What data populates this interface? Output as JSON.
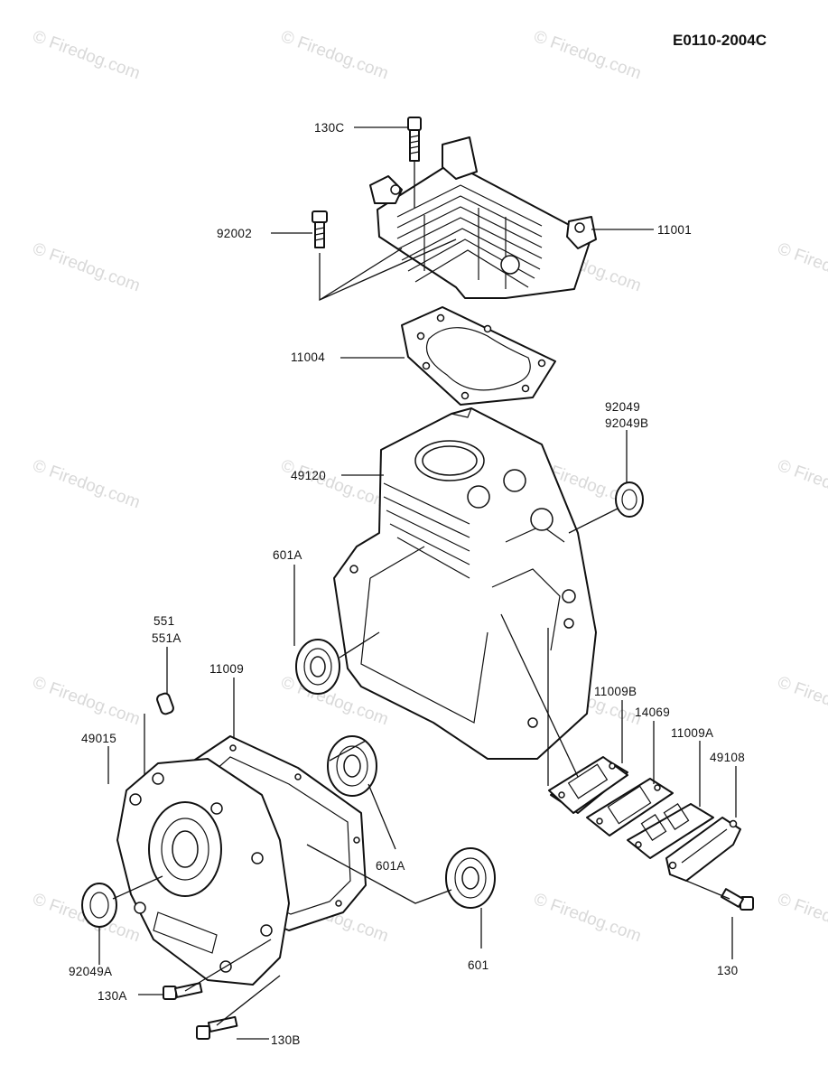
{
  "diagram_code": "E0110-2004C",
  "watermark": "© Firedog.com",
  "parts": {
    "p130C": "130C",
    "p92002": "92002",
    "p11001": "11001",
    "p11004": "11004",
    "p92049": "92049",
    "p92049B": "92049B",
    "p49120": "49120",
    "p601A_top": "601A",
    "p551": "551",
    "p551A": "551A",
    "p11009": "11009",
    "p49015": "49015",
    "p11009B": "11009B",
    "p14069": "14069",
    "p11009A": "11009A",
    "p49108": "49108",
    "p601A_mid": "601A",
    "p92049A": "92049A",
    "p601": "601",
    "p130": "130",
    "p130A": "130A",
    "p130B": "130B"
  }
}
